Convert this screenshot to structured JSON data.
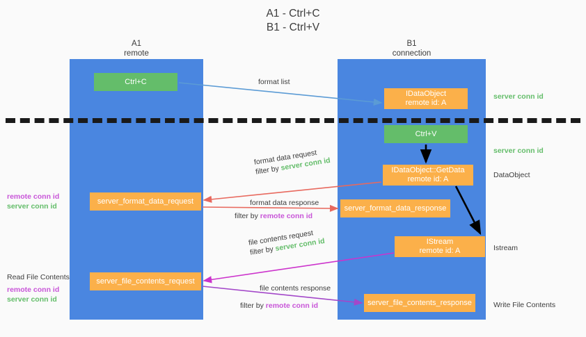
{
  "title": {
    "line1": "A1 - Ctrl+C",
    "line2": "B1 - Ctrl+V"
  },
  "lanes": [
    {
      "id": "a1",
      "name": "A1",
      "role": "remote",
      "color": "#4a86e0"
    },
    {
      "id": "b1",
      "name": "B1",
      "role": "connection",
      "color": "#4a86e0"
    }
  ],
  "colors": {
    "lane_blue": "#4a86e0",
    "node_green": "#64bd6a",
    "node_orange": "#fbb04a",
    "server_conn_green": "#64bd6a",
    "remote_conn_purple": "#c855d8",
    "arrow_blue": "#5b9bd5",
    "arrow_red": "#e8695e",
    "arrow_magenta": "#cc33cc",
    "arrow_purple": "#a347c9",
    "arrow_black": "#000000",
    "background": "#fafafa"
  },
  "nodes": {
    "ctrl_c": {
      "label": "Ctrl+C",
      "color": "green"
    },
    "ole_dataobject": {
      "line1": "IDataObject",
      "line2": "remote id: A",
      "color": "orange"
    },
    "ctrl_v": {
      "label": "Ctrl+V",
      "color": "green"
    },
    "getdata": {
      "line1": "IDataObject::GetData",
      "line2": "remote id: A",
      "color": "orange"
    },
    "server_format_data_request": {
      "label": "server_format_data_request",
      "color": "orange"
    },
    "server_format_data_response": {
      "label": "server_format_data_response",
      "color": "orange"
    },
    "istream": {
      "line1": "IStream",
      "line2": "remote id: A",
      "color": "orange"
    },
    "server_file_contents_request": {
      "label": "server_file_contents_request",
      "color": "orange"
    },
    "server_file_contents_response": {
      "label": "server_file_contents_response",
      "color": "orange"
    }
  },
  "edge_labels": {
    "format_list": "format list",
    "format_data_request": "format data request",
    "format_data_request_filter_prefix": "filter by ",
    "format_data_request_filter_value": "server conn id",
    "format_data_response": "format data response",
    "format_data_response_filter_prefix": "filter by ",
    "format_data_response_filter_value": "remote conn id",
    "file_contents_request": "file contents request",
    "file_contents_request_filter_prefix": "filter by ",
    "file_contents_request_filter_value": "server conn id",
    "file_contents_response": "file contents response",
    "file_contents_response_filter_prefix": "filter by ",
    "file_contents_response_filter_value": "remote conn id"
  },
  "side_labels": {
    "right_server_conn_1": "server conn id",
    "right_server_conn_2": "server conn id",
    "right_dataobject": "DataObject",
    "right_istream": "Istream",
    "right_write_file_contents": "Write File Contents",
    "left_remote_conn_1": "remote conn id",
    "left_server_conn_1": "server conn id",
    "left_read_file_contents": "Read File Contents",
    "left_remote_conn_2": "remote conn id",
    "left_server_conn_2": "server conn id"
  }
}
